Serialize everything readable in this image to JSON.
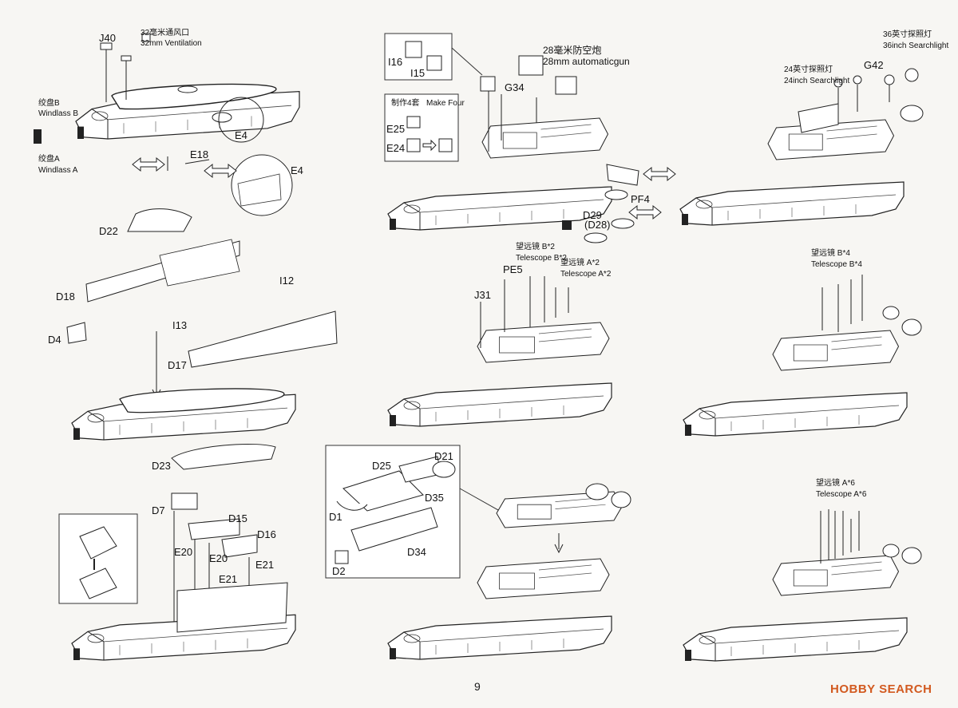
{
  "page_number": "9",
  "brand": "HOBBY SEARCH",
  "callouts": {
    "vent_cn": "32毫米通风口",
    "vent_en": "32mm Ventilation",
    "windlass_b_cn": "绞盘B",
    "windlass_b_en": "Windlass B",
    "windlass_a_cn": "绞盘A",
    "windlass_a_en": "Windlass A",
    "gun_cn": "28毫米防空炮",
    "gun_en": "28mm automaticgun",
    "make_four_cn": "制作4套",
    "make_four_en": "Make Four",
    "search36_cn": "36英寸探照灯",
    "search36_en": "36inch Searchlight",
    "search24_cn": "24英寸探照灯",
    "search24_en": "24inch Searchlight",
    "telescope_b2_cn": "望远镜 B*2",
    "telescope_b2_en": "Telescope B*2",
    "telescope_a2_cn": "望远镜 A*2",
    "telescope_a2_en": "Telescope A*2",
    "telescope_b4_cn": "望远镜 B*4",
    "telescope_b4_en": "Telescope B*4",
    "telescope_a6_cn": "望远镜 A*6",
    "telescope_a6_en": "Telescope A*6"
  },
  "parts": {
    "j40": "J40",
    "e4a": "E4",
    "e4b": "E4",
    "e18": "E18",
    "d22": "D22",
    "d18": "D18",
    "i12": "I12",
    "i13": "I13",
    "d4": "D4",
    "d17": "D17",
    "d23": "D23",
    "d7": "D7",
    "d15": "D15",
    "d16": "D16",
    "e20a": "E20",
    "e20b": "E20",
    "e21a": "E21",
    "e21b": "E21",
    "i16": "I16",
    "i15": "I15",
    "g34": "G34",
    "e25": "E25",
    "e24": "E24",
    "pf4": "PF4",
    "d29": "D29",
    "d28": "(D28)",
    "g42": "G42",
    "pe5": "PE5",
    "j31": "J31",
    "d25": "D25",
    "d21": "D21",
    "d35": "D35",
    "d1": "D1",
    "d34": "D34",
    "d2": "D2"
  }
}
